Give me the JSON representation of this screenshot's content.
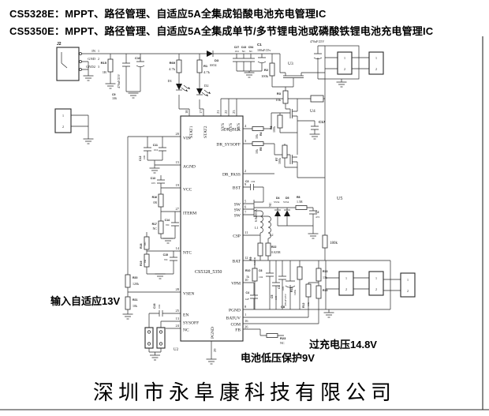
{
  "title": {
    "line1": "CS5328E：MPPT、路径管理、自适应5A全集成铅酸电池充电管理IC",
    "line2": "CS5350E：MPPT、路径管理、自适应5A全集成单节/多节锂电池或磷酸铁锂电池充电管理IC"
  },
  "company": "深圳市永阜康科技有限公司",
  "notes": {
    "input": "输入自适应13V",
    "batt_low": "电池低压保护9V",
    "overcharge": "过充电压14.8V"
  },
  "ic": {
    "part": "CS5328_5350",
    "ref": "U2",
    "left": [
      [
        "20",
        "VIN"
      ],
      [
        "15",
        "AGND"
      ],
      [
        "19",
        "VCC"
      ],
      [
        "27",
        "ITERM"
      ],
      [
        "14",
        "NTC"
      ],
      [
        "28",
        "VSEN"
      ],
      [
        "25",
        "EN"
      ],
      [
        "13",
        "SYSOFF"
      ],
      [
        "24",
        "NC"
      ]
    ],
    "top": [
      [
        "18",
        "STAT1"
      ],
      [
        "17",
        "STAT2"
      ],
      [
        "21",
        "SYS"
      ],
      [
        "22",
        "SYS"
      ],
      [
        "23",
        "SYS"
      ]
    ],
    "right": [
      [
        "4",
        "DR_BLK"
      ],
      [
        "3",
        "DR_SYSOFF"
      ],
      [
        "2",
        "DR_PASS"
      ],
      [
        "9",
        "BST"
      ],
      [
        "5",
        "SW"
      ],
      [
        "6",
        "SW"
      ],
      [
        "7",
        "SW"
      ],
      [
        "11",
        "CSP"
      ],
      [
        "12",
        "BAT"
      ],
      [
        "10",
        "VPM"
      ],
      [
        "8",
        "PGND"
      ],
      [
        "1",
        "BATUV"
      ],
      [
        "16",
        "COM"
      ],
      [
        "26",
        "FB"
      ]
    ],
    "bottom": [
      "29",
      "PGND"
    ]
  },
  "parts": {
    "j2": [
      "J2",
      "IN",
      "GND",
      "GND2",
      "1",
      "2",
      "3"
    ],
    "misc": [
      "1",
      "2"
    ],
    "r15": [
      "R15",
      "1R"
    ],
    "c9": [
      "C9",
      "106"
    ],
    "c10": [
      "C10",
      "470uF/25V"
    ],
    "r69": [
      "R69",
      "4.7k"
    ],
    "r1": [
      "R1",
      "4.7k"
    ],
    "d1": [
      "D1"
    ],
    "d2": [
      "D2"
    ],
    "d3": [
      "D3",
      "SS54"
    ],
    "c27": [
      "C27",
      "104"
    ],
    "c43": [
      "C43",
      "NC"
    ],
    "c54": [
      "C54",
      "NC"
    ],
    "c1": [
      "C1",
      "100uF/25v"
    ],
    "r2": [
      "R2",
      "100k"
    ],
    "r3": [
      "R3",
      "10k"
    ],
    "u3": [
      "U3"
    ],
    "u4": [
      "U4"
    ],
    "c17": [
      "C17"
    ],
    "cout": [
      "470uF/25V"
    ],
    "r4": [
      "R4",
      "10k"
    ],
    "r5": [
      "R5",
      "10k"
    ],
    "r6": [
      "R6",
      "100k"
    ],
    "r7": [
      "R7",
      "100k"
    ],
    "c3": [
      "C3",
      "104"
    ],
    "lnote": [
      "6.8uH/5A"
    ],
    "lnc": [
      "NC"
    ],
    "l1": [
      "L1"
    ],
    "l2": [
      "L2"
    ],
    "d4": [
      "D4",
      "SS54"
    ],
    "d5": [
      "D5",
      "SS54"
    ],
    "r8": [
      "R8",
      "1.5R"
    ],
    "c2": [
      "C2",
      "472"
    ],
    "r9": [
      "R9",
      "0.025R"
    ],
    "r22": [
      "R22",
      "0.025R"
    ],
    "u5": [
      "U5"
    ],
    "r180": [
      "180k"
    ],
    "r10": [
      "R10",
      "1k"
    ],
    "c6": [
      "C6",
      "104"
    ],
    "c5": [
      "C5",
      "105"
    ],
    "c7": [
      "C7",
      "105"
    ],
    "c8": [
      "C8",
      "470uF/25V"
    ],
    "r11": [
      "R11",
      "120k"
    ],
    "r12": [
      "R12",
      "13k"
    ],
    "r13": [
      "R13",
      "13k"
    ],
    "r14": [
      "R14"
    ],
    "r23": [
      "R23",
      "NC"
    ],
    "c4": [
      "C4",
      "1uF"
    ],
    "c11": [
      "C11",
      "104"
    ],
    "c12": [
      "C12",
      "106"
    ],
    "c13": [
      "C13",
      "105"
    ],
    "r16": [
      "R16",
      "0R"
    ],
    "r17": [
      "R17",
      "NC"
    ],
    "c14": [
      "C14",
      "NC"
    ],
    "r18": [
      "R18",
      "NC"
    ],
    "r19": [
      "R19",
      "0R"
    ],
    "c15": [
      "C15",
      "NC"
    ],
    "r20": [
      "R20",
      "120k"
    ],
    "r21": [
      "R21",
      "10k"
    ],
    "c16": [
      "C16",
      "104"
    ]
  }
}
